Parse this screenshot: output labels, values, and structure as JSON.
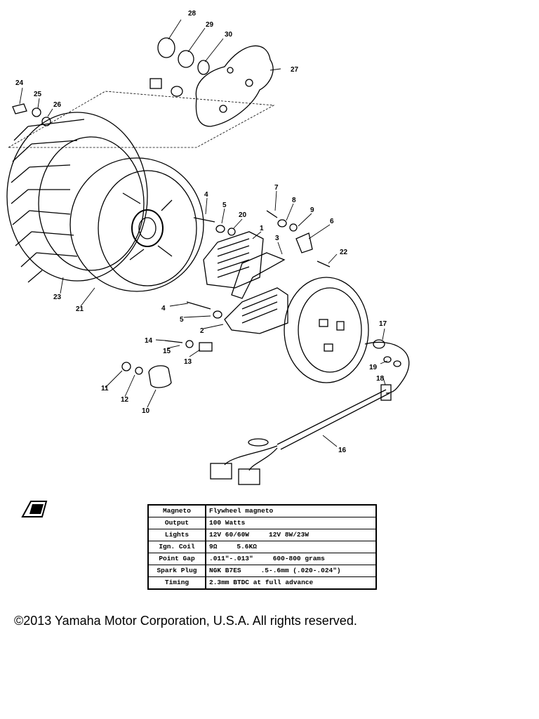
{
  "callouts": {
    "n1": "1",
    "n2": "2",
    "n3": "3",
    "n4a": "4",
    "n4b": "4",
    "n5a": "5",
    "n5b": "5",
    "n6": "6",
    "n7": "7",
    "n8": "8",
    "n9": "9",
    "n10": "10",
    "n11": "11",
    "n12": "12",
    "n13": "13",
    "n14": "14",
    "n15": "15",
    "n16": "16",
    "n17": "17",
    "n18": "18",
    "n19": "19",
    "n20": "20",
    "n21": "21",
    "n22": "22",
    "n23": "23",
    "n24": "24",
    "n25": "25",
    "n26": "26",
    "n27": "27",
    "n28": "28",
    "n29": "29",
    "n30": "30"
  },
  "spec_table": {
    "rows": [
      {
        "label": "Magneto",
        "value": "Flywheel magneto",
        "value2": ""
      },
      {
        "label": "Output",
        "value": "100 Watts",
        "value2": ""
      },
      {
        "label": "Lights",
        "value": "12V 60/60W",
        "value2": "12V 8W/23W"
      },
      {
        "label": "Ign. Coil",
        "value": "9Ω",
        "value2": "5.6KΩ"
      },
      {
        "label": "Point Gap",
        "value": ".011\"-.013\"",
        "value2": "600-800 grams"
      },
      {
        "label": "Spark Plug",
        "value": "NGK B7ES",
        "value2": ".5-.6mm (.020-.024\")"
      },
      {
        "label": "Timing",
        "value": "2.3mm BTDC at full advance",
        "value2": ""
      }
    ]
  },
  "copyright": "©2013 Yamaha Motor Corporation, U.S.A. All rights reserved."
}
